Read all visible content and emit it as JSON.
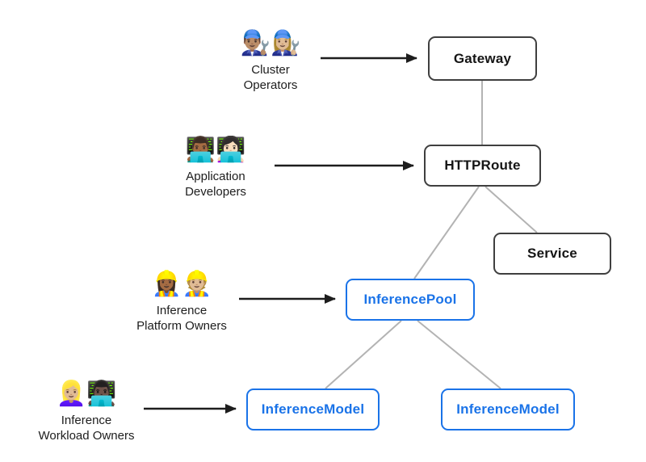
{
  "diagram": {
    "actors": [
      {
        "emoji": "👨🏽‍🔧👩🏼‍🔧",
        "line1": "Cluster",
        "line2": "Operators"
      },
      {
        "emoji": "👨🏾‍💻👩🏻‍💻",
        "line1": "Application",
        "line2": "Developers"
      },
      {
        "emoji": "👷🏾‍♀️👷🏼",
        "line1": "Inference",
        "line2": "Platform Owners"
      },
      {
        "emoji": "👱🏼‍♀️👨🏿‍💻",
        "line1": "Inference",
        "line2": "Workload Owners"
      }
    ],
    "nodes": {
      "gateway": "Gateway",
      "httproute": "HTTPRoute",
      "service": "Service",
      "inferencepool": "InferencePool",
      "inferencemodel_left": "InferenceModel",
      "inferencemodel_right": "InferenceModel"
    },
    "colors": {
      "dark_border": "#3f3f3f",
      "text_dark": "#151515",
      "blue": "#1a73e8",
      "connector_gray": "#b3b3b3",
      "arrow_black": "#1d1d1d"
    }
  }
}
